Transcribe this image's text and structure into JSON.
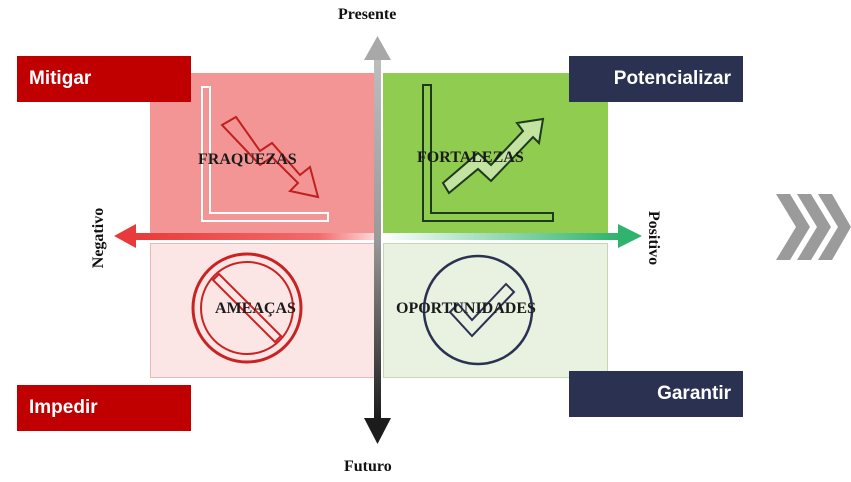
{
  "axes": {
    "top": "Presente",
    "bottom": "Futuro",
    "left": "Negativo",
    "right": "Positivo"
  },
  "quadrants": {
    "top_left": "FRAQUEZAS",
    "top_right": "FORTALEZAS",
    "bottom_left": "AMEAÇAS",
    "bottom_right": "OPORTUNIDADES"
  },
  "actions": {
    "top_left": "Mitigar",
    "top_right": "Potencializar",
    "bottom_left": "Impedir",
    "bottom_right": "Garantir"
  },
  "icons": {
    "top_left": "trend-down-icon",
    "top_right": "trend-up-icon",
    "bottom_left": "prohibited-icon",
    "bottom_right": "check-circle-icon",
    "right_edge": "chevrons-right-icon"
  },
  "colors": {
    "weakness": "#f49595",
    "strength": "#8fcc4f",
    "threat": "#fce5e5",
    "opportunity": "#e9f1e1",
    "red_label": "#c00000",
    "navy_label": "#2b3251",
    "negative_arrow": "#e83a3a",
    "positive_arrow": "#2fb36d"
  }
}
